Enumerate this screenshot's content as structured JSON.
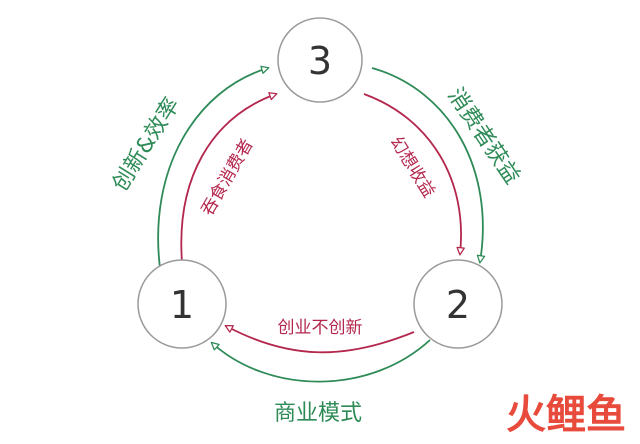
{
  "nodes": {
    "n1": "1",
    "n2": "2",
    "n3": "3"
  },
  "labels": {
    "innovation_efficiency": "创新&效率",
    "consumer_benefit": "消费者获益",
    "business_model": "商业模式",
    "devour_consumers": "吞食消费者",
    "fantasy_returns": "幻想收益",
    "startup_no_innovation": "创业不创新"
  },
  "watermark": {
    "text": "火鲤鱼",
    "color": "#e84a3c"
  },
  "colors": {
    "green": "#2e8b57",
    "crimson": "#b4274d",
    "node_stroke": "#9a9a9a",
    "text": "#333333"
  }
}
